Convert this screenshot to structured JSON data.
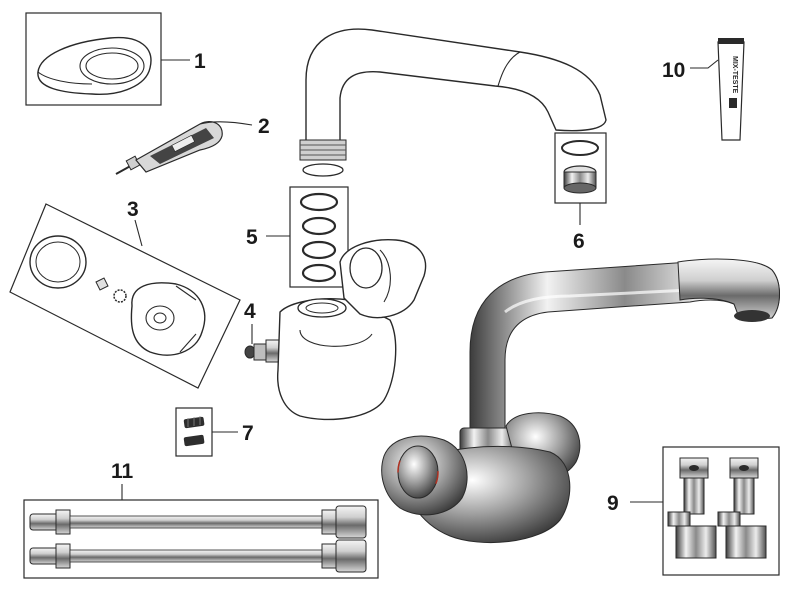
{
  "diagram": {
    "parts": [
      {
        "id": "part-1",
        "number": "1",
        "icon": "handle-cap-icon"
      },
      {
        "id": "part-2",
        "number": "2",
        "icon": "spanner-tool-icon"
      },
      {
        "id": "part-3",
        "number": "3",
        "icon": "handle-assembly-icon"
      },
      {
        "id": "part-4",
        "number": "4",
        "icon": "valve-cartridge-icon"
      },
      {
        "id": "part-5",
        "number": "5",
        "icon": "o-ring-set-icon"
      },
      {
        "id": "part-6",
        "number": "6",
        "icon": "aerator-icon"
      },
      {
        "id": "part-7",
        "number": "7",
        "icon": "grub-screw-icon"
      },
      {
        "id": "part-9",
        "number": "9",
        "icon": "isolating-valve-icon"
      },
      {
        "id": "part-10",
        "number": "10",
        "icon": "grease-tube-icon"
      },
      {
        "id": "part-11",
        "number": "11",
        "icon": "flexible-hose-icon"
      }
    ],
    "tube_label": "MIX-TESTE",
    "colors": {
      "chrome_dark": "#4a4a4a",
      "chrome_mid": "#9a9a9a",
      "chrome_light": "#e6e6e6",
      "line": "#2a2a2a",
      "accent_red": "#b03020"
    }
  }
}
